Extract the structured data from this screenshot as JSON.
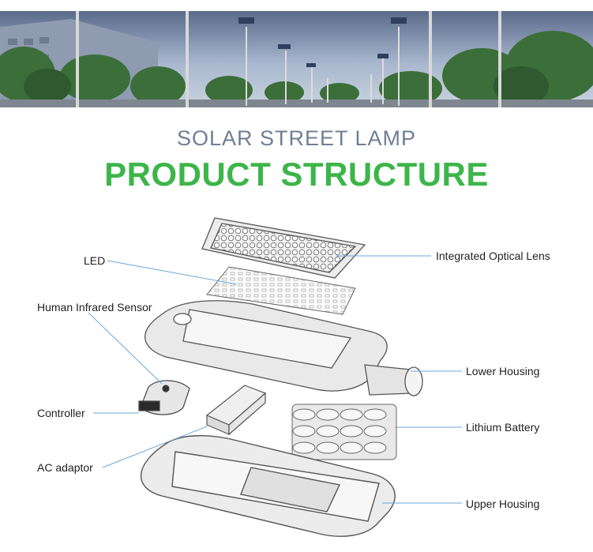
{
  "heading": {
    "subtitle": "SOLAR STREET LAMP",
    "title": "PRODUCT STRUCTURE"
  },
  "labels": {
    "led": "LED",
    "sensor": "Human Infrared Sensor",
    "controller": "Controller",
    "ac_adaptor": "AC adaptor",
    "optical_lens": "Integrated Optical Lens",
    "lower_housing": "Lower Housing",
    "lithium_battery": "Lithium Battery",
    "upper_housing": "Upper Housing"
  },
  "colors": {
    "title_green": "#3db54a",
    "subtitle_gray": "#6f7f93",
    "leader_line": "#6aa8d8",
    "part_stroke": "#555555"
  }
}
